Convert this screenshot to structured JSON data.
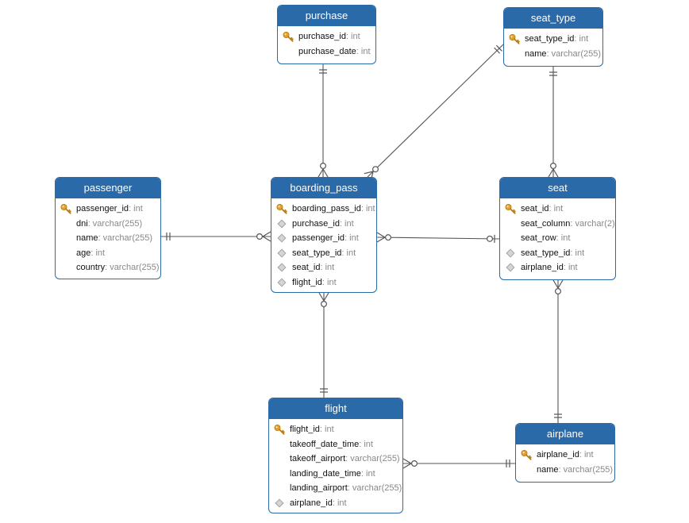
{
  "colors": {
    "header": "#2b6aa8",
    "border": "#2b6aa8",
    "line": "#555555",
    "key": "#e3a12a",
    "fk": "#a0a0a0",
    "type_text": "#888888"
  },
  "entities": {
    "purchase": {
      "title": "purchase",
      "fields": [
        {
          "name": "purchase_id",
          "type": ": int",
          "icon": "primary-key-icon"
        },
        {
          "name": "purchase_date",
          "type": ": int",
          "icon": ""
        }
      ]
    },
    "seat_type": {
      "title": "seat_type",
      "fields": [
        {
          "name": "seat_type_id",
          "type": ": int",
          "icon": "primary-key-icon"
        },
        {
          "name": "name",
          "type": ": varchar(255)",
          "icon": ""
        }
      ]
    },
    "passenger": {
      "title": "passenger",
      "fields": [
        {
          "name": "passenger_id",
          "type": ": int",
          "icon": "primary-key-icon"
        },
        {
          "name": "dni",
          "type": ": varchar(255)",
          "icon": ""
        },
        {
          "name": "name",
          "type": ": varchar(255)",
          "icon": ""
        },
        {
          "name": "age",
          "type": ": int",
          "icon": ""
        },
        {
          "name": "country",
          "type": ": varchar(255)",
          "icon": ""
        }
      ]
    },
    "boarding_pass": {
      "title": "boarding_pass",
      "fields": [
        {
          "name": "boarding_pass_id",
          "type": ": int",
          "icon": "primary-key-icon"
        },
        {
          "name": "purchase_id",
          "type": ": int",
          "icon": "foreign-key-icon"
        },
        {
          "name": "passenger_id",
          "type": ": int",
          "icon": "foreign-key-icon"
        },
        {
          "name": "seat_type_id",
          "type": ": int",
          "icon": "foreign-key-icon"
        },
        {
          "name": "seat_id",
          "type": ": int",
          "icon": "foreign-key-icon"
        },
        {
          "name": "flight_id",
          "type": ": int",
          "icon": "foreign-key-icon"
        }
      ]
    },
    "seat": {
      "title": "seat",
      "fields": [
        {
          "name": "seat_id",
          "type": ": int",
          "icon": "primary-key-icon"
        },
        {
          "name": "seat_column",
          "type": ": varchar(2)",
          "icon": ""
        },
        {
          "name": "seat_row",
          "type": ": int",
          "icon": ""
        },
        {
          "name": "seat_type_id",
          "type": ": int",
          "icon": "foreign-key-icon"
        },
        {
          "name": "airplane_id",
          "type": ": int",
          "icon": "foreign-key-icon"
        }
      ]
    },
    "flight": {
      "title": "flight",
      "fields": [
        {
          "name": "flight_id",
          "type": ": int",
          "icon": "primary-key-icon"
        },
        {
          "name": "takeoff_date_time",
          "type": ": int",
          "icon": ""
        },
        {
          "name": "takeoff_airport",
          "type": ": varchar(255)",
          "icon": ""
        },
        {
          "name": "landing_date_time",
          "type": ": int",
          "icon": ""
        },
        {
          "name": "landing_airport",
          "type": ": varchar(255)",
          "icon": ""
        },
        {
          "name": "airplane_id",
          "type": ": int",
          "icon": "foreign-key-icon"
        }
      ]
    },
    "airplane": {
      "title": "airplane",
      "fields": [
        {
          "name": "airplane_id",
          "type": ": int",
          "icon": "primary-key-icon"
        },
        {
          "name": "name",
          "type": ": varchar(255)",
          "icon": ""
        }
      ]
    }
  },
  "relationships": [
    {
      "name": "purchase-to-boarding-pass",
      "from": "purchase",
      "to": "boarding_pass",
      "from_end": "one-mandatory",
      "to_end": "zero-or-many"
    },
    {
      "name": "seat-type-to-boarding-pass",
      "from": "seat_type",
      "to": "boarding_pass",
      "from_end": "one-mandatory",
      "to_end": "zero-or-many"
    },
    {
      "name": "seat-type-to-seat",
      "from": "seat_type",
      "to": "seat",
      "from_end": "one-mandatory",
      "to_end": "zero-or-many"
    },
    {
      "name": "passenger-to-boarding-pass",
      "from": "passenger",
      "to": "boarding_pass",
      "from_end": "one-mandatory",
      "to_end": "zero-or-many"
    },
    {
      "name": "seat-to-boarding-pass",
      "from": "seat",
      "to": "boarding_pass",
      "from_end": "zero-or-one",
      "to_end": "zero-or-many"
    },
    {
      "name": "flight-to-boarding-pass",
      "from": "flight",
      "to": "boarding_pass",
      "from_end": "one-mandatory",
      "to_end": "zero-or-many"
    },
    {
      "name": "airplane-to-seat",
      "from": "airplane",
      "to": "seat",
      "from_end": "one-mandatory",
      "to_end": "zero-or-many"
    },
    {
      "name": "airplane-to-flight",
      "from": "airplane",
      "to": "flight",
      "from_end": "one-mandatory",
      "to_end": "zero-or-many"
    }
  ]
}
